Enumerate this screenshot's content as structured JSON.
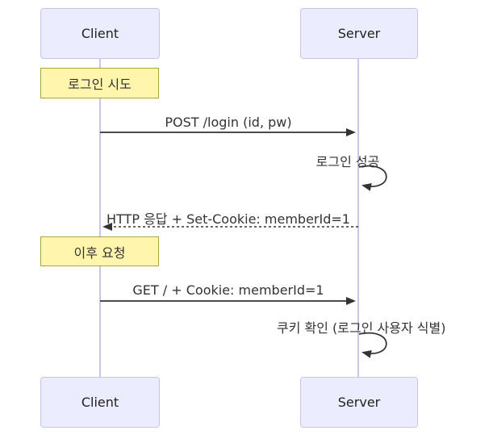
{
  "diagram": {
    "type": "sequence",
    "actors": [
      {
        "id": "client",
        "label": "Client"
      },
      {
        "id": "server",
        "label": "Server"
      }
    ],
    "notes": [
      {
        "over": "client",
        "text": "로그인 시도"
      },
      {
        "over": "client",
        "text": "이후 요청"
      }
    ],
    "messages": [
      {
        "from": "client",
        "to": "server",
        "style": "solid",
        "text": "POST /login (id, pw)"
      },
      {
        "from": "server",
        "to": "server",
        "style": "self",
        "text": "로그인 성공"
      },
      {
        "from": "server",
        "to": "client",
        "style": "dashed",
        "text": "HTTP 응답 + Set-Cookie: memberId=1"
      },
      {
        "from": "client",
        "to": "server",
        "style": "solid",
        "text": "GET / + Cookie: memberId=1"
      },
      {
        "from": "server",
        "to": "server",
        "style": "self",
        "text": "쿠키 확인 (로그인 사용자 식별)"
      }
    ],
    "colors": {
      "actor_fill": "#ECECFF",
      "actor_border": "#C9C5E8",
      "note_fill": "#FFF5AD",
      "note_border": "#AAAA33",
      "lifeline_color": "#CCC5EB",
      "line_color": "#333333",
      "text_color": "#1f1f1f",
      "message_text_color": "#333333"
    }
  }
}
